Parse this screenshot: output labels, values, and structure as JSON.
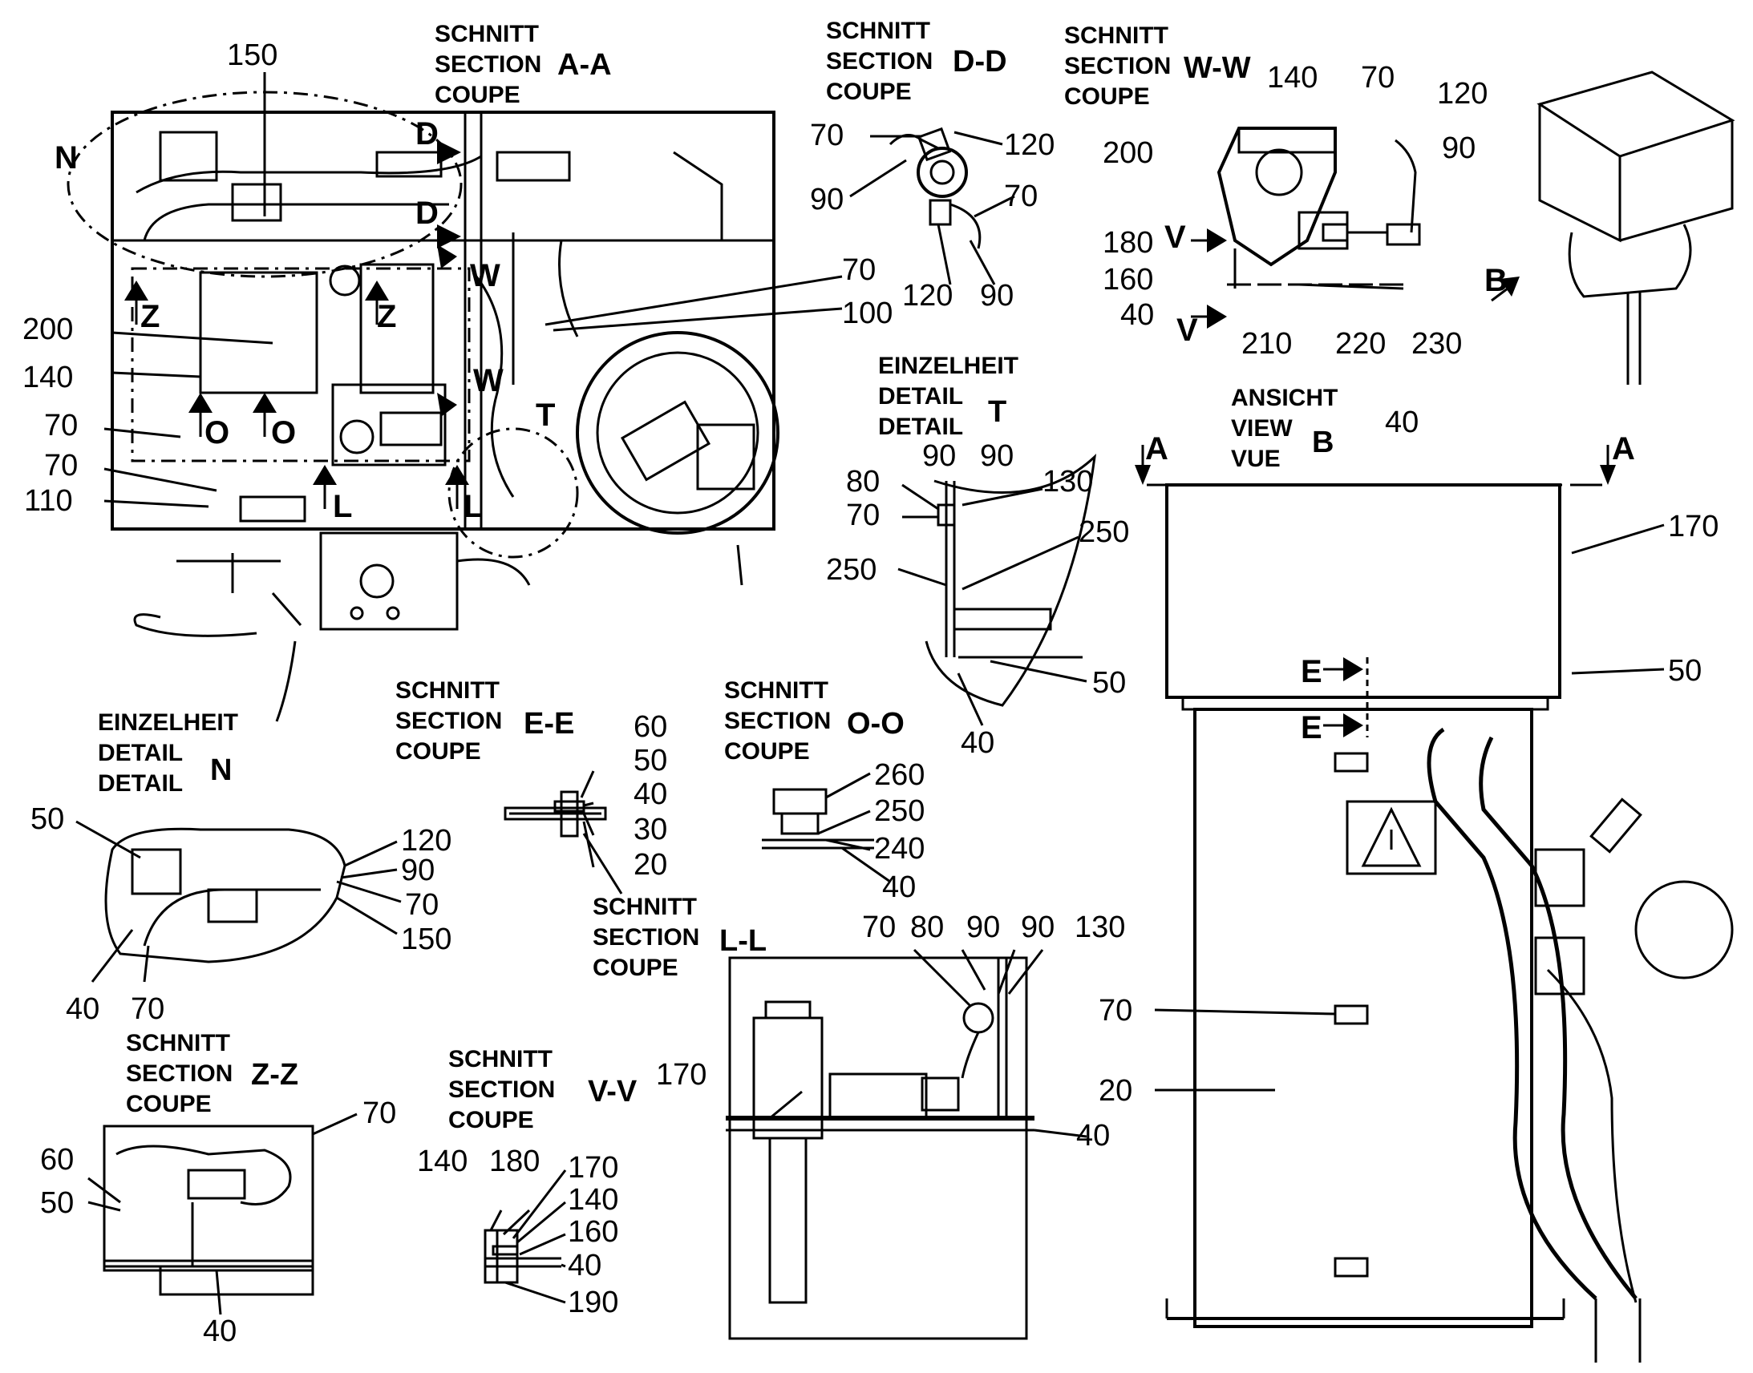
{
  "colors": {
    "ink": "#000000",
    "paper": "#ffffff",
    "hatch": "#000000"
  },
  "captions": {
    "aa": {
      "title": "SCHNITT\nSECTION\nCOUPE",
      "tag": "A-A"
    },
    "dd": {
      "title": "SCHNITT\nSECTION\nCOUPE",
      "tag": "D-D"
    },
    "ww": {
      "title": "SCHNITT\nSECTION\nCOUPE",
      "tag": "W-W"
    },
    "t": {
      "title": "EINZELHEIT\nDETAIL\nDETAIL",
      "tag": "T"
    },
    "b": {
      "title": "ANSICHT\nVIEW\nVUE",
      "tag": "B"
    },
    "n": {
      "title": "EINZELHEIT\nDETAIL\nDETAIL",
      "tag": "N"
    },
    "ee": {
      "title": "SCHNITT\nSECTION\nCOUPE",
      "tag": "E-E"
    },
    "oo": {
      "title": "SCHNITT\nSECTION\nCOUPE",
      "tag": "O-O"
    },
    "ll": {
      "title": "SCHNITT\nSECTION\nCOUPE",
      "tag": "L-L"
    },
    "zz": {
      "title": "SCHNITT\nSECTION\nCOUPE",
      "tag": "Z-Z"
    },
    "vv": {
      "title": "SCHNITT\nSECTION\nCOUPE",
      "tag": "V-V"
    }
  },
  "letters": [
    "N",
    "D",
    "D",
    "W",
    "W",
    "Z",
    "Z",
    "O",
    "O",
    "L",
    "L",
    "T",
    "V",
    "V",
    "B",
    "A",
    "A",
    "E",
    "E"
  ],
  "callouts": {
    "main": [
      "150",
      "200",
      "140",
      "70",
      "70",
      "110",
      "70",
      "100"
    ],
    "dd": [
      "70",
      "120",
      "90",
      "70",
      "120",
      "90"
    ],
    "ww": [
      "140",
      "70",
      "120",
      "200",
      "90",
      "180",
      "160",
      "40",
      "210",
      "220",
      "230"
    ],
    "t": [
      "90",
      "90",
      "80",
      "130",
      "70",
      "250",
      "250",
      "50",
      "40"
    ],
    "b": [
      "40",
      "170",
      "50",
      "70",
      "20"
    ],
    "n": [
      "50",
      "120",
      "90",
      "70",
      "150",
      "40",
      "70"
    ],
    "ee": [
      "60",
      "50",
      "40",
      "30",
      "20"
    ],
    "oo": [
      "260",
      "250",
      "240",
      "40"
    ],
    "ll": [
      "70",
      "80",
      "90",
      "90",
      "130",
      "170",
      "40"
    ],
    "zz": [
      "70",
      "60",
      "50",
      "40"
    ],
    "vv": [
      "140",
      "180",
      "170",
      "140",
      "160",
      "40",
      "190"
    ]
  }
}
